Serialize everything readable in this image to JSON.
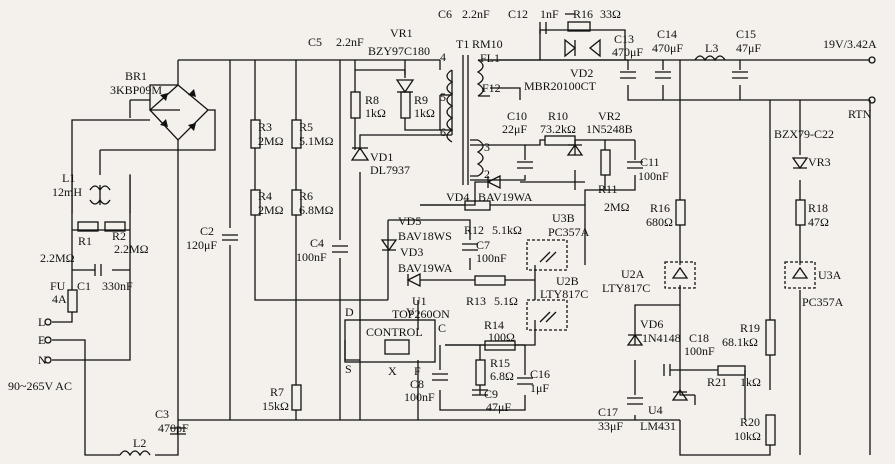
{
  "components": {
    "BR1": {
      "ref": "BR1",
      "value": "3KBP09M"
    },
    "L1": {
      "ref": "L1",
      "value": "12mH"
    },
    "R1": {
      "ref": "R1",
      "value": "2.2MΩ"
    },
    "R2": {
      "ref": "R2",
      "value": "2.2MΩ"
    },
    "C1": {
      "ref": "C1",
      "value": "330nF"
    },
    "FU": {
      "ref": "FU",
      "value": "4A"
    },
    "L2": {
      "ref": "L2"
    },
    "C2": {
      "ref": "C2",
      "value": "120μF"
    },
    "C3": {
      "ref": "C3",
      "value": "470pF"
    },
    "R3": {
      "ref": "R3",
      "value": "2MΩ"
    },
    "R4": {
      "ref": "R4",
      "value": "2MΩ"
    },
    "R5": {
      "ref": "R5",
      "value": "5.1MΩ"
    },
    "R6": {
      "ref": "R6",
      "value": "6.8MΩ"
    },
    "R7": {
      "ref": "R7",
      "value": "15kΩ"
    },
    "C4": {
      "ref": "C4",
      "value": "100nF"
    },
    "C5": {
      "ref": "C5",
      "value": "2.2nF"
    },
    "VR1": {
      "ref": "VR1",
      "value": "BZY97C180"
    },
    "R8": {
      "ref": "R8",
      "value": "1kΩ"
    },
    "R9": {
      "ref": "R9",
      "value": "1kΩ"
    },
    "VD1": {
      "ref": "VD1",
      "value": "DL7937"
    },
    "C6": {
      "ref": "C6",
      "value": "2.2nF"
    },
    "T1": {
      "ref": "T1",
      "value": "RM10"
    },
    "FL1": {
      "ref": "FL1"
    },
    "F12": {
      "ref": "F12"
    },
    "C12": {
      "ref": "C12",
      "value": "1nF"
    },
    "R16top": {
      "ref": "R16",
      "value": "33Ω"
    },
    "VD2": {
      "ref": "VD2",
      "value": "MBR20100CT"
    },
    "C13": {
      "ref": "C13",
      "value": "470μF"
    },
    "C14": {
      "ref": "C14",
      "value": "470μF"
    },
    "L3": {
      "ref": "L3"
    },
    "C15": {
      "ref": "C15",
      "value": "47μF"
    },
    "C10": {
      "ref": "C10",
      "value": "22μF"
    },
    "R10": {
      "ref": "R10",
      "value": "73.2kΩ"
    },
    "VR2": {
      "ref": "VR2",
      "value": "1N5248B"
    },
    "C11": {
      "ref": "C11",
      "value": "100nF"
    },
    "R11": {
      "ref": "R11",
      "value": "2MΩ"
    },
    "VD4": {
      "ref": "VD4",
      "value": "BAV19WA"
    },
    "VD5": {
      "ref": "VD5",
      "value": "BAV18WS"
    },
    "VD3": {
      "ref": "VD3",
      "value": "BAV19WA"
    },
    "R12": {
      "ref": "R12",
      "value": "5.1kΩ"
    },
    "C7": {
      "ref": "C7",
      "value": "100nF"
    },
    "R13": {
      "ref": "R13",
      "value": "5.1Ω"
    },
    "U3B": {
      "ref": "U3B",
      "value": "PC357A"
    },
    "U2B": {
      "ref": "U2B",
      "value": "LTY817C"
    },
    "U1": {
      "ref": "U1",
      "value": "TOP260ON"
    },
    "R14": {
      "ref": "R14",
      "value": "100Ω"
    },
    "R15": {
      "ref": "R15",
      "value": "6.8Ω"
    },
    "C8": {
      "ref": "C8",
      "value": "100nF"
    },
    "C9": {
      "ref": "C9",
      "value": "47μF"
    },
    "C16": {
      "ref": "C16",
      "value": "1μF"
    },
    "R16": {
      "ref": "R16",
      "value": "680Ω"
    },
    "U2A": {
      "ref": "U2A",
      "value": "LTY817C"
    },
    "VR3": {
      "ref": "VR3",
      "value": "BZX79-C22"
    },
    "R18": {
      "ref": "R18",
      "value": "47Ω"
    },
    "U3A": {
      "ref": "U3A",
      "value": "PC357A"
    },
    "VD6": {
      "ref": "VD6",
      "value": "1N4148"
    },
    "C18": {
      "ref": "C18",
      "value": "100nF"
    },
    "R19": {
      "ref": "R19",
      "value": "68.1kΩ"
    },
    "R21": {
      "ref": "R21",
      "value": "1kΩ"
    },
    "C17": {
      "ref": "C17",
      "value": "33μF"
    },
    "U4": {
      "ref": "U4",
      "value": "LM431"
    },
    "R20": {
      "ref": "R20",
      "value": "10kΩ"
    }
  },
  "pins": {
    "n4": "4",
    "n5": "5",
    "n6": "6",
    "n3": "3",
    "n2": "2",
    "D": "D",
    "V": "V",
    "C": "C",
    "S": "S",
    "X": "X",
    "F": "F",
    "control": "CONTROL"
  },
  "terminals": {
    "L": "L",
    "E": "E",
    "N": "N",
    "output": "19V/3.42A",
    "return": "RTN",
    "input": "90~265V  AC"
  }
}
